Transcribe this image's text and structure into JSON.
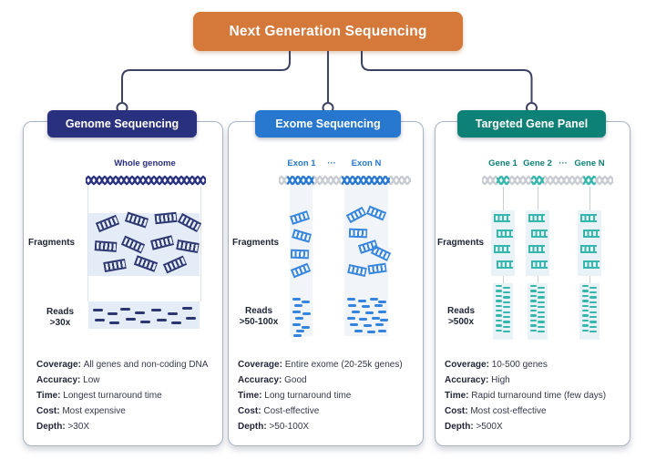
{
  "title": "Next Generation Sequencing",
  "colors": {
    "title_bg": "#d4793a",
    "connector": "#3d4263",
    "helix_gray": "#c7cbd2",
    "panel_box_bg": "#e4ecf7",
    "exome_column_bg": "#f1f4f9",
    "targeted_column_bg": "#e9f2f6"
  },
  "panels": [
    {
      "header": "Genome Sequencing",
      "accent_color": "#29307e",
      "fragment_color": "#2c3670",
      "top_labels": [
        "Whole genome"
      ],
      "fragments_label": "Fragments",
      "reads_label": "Reads",
      "reads_depth": ">30x",
      "details": [
        {
          "label": "Coverage",
          "value": "All genes and non-coding DNA"
        },
        {
          "label": "Accuracy",
          "value": "Low"
        },
        {
          "label": "Time",
          "value": "Longest turnaround time"
        },
        {
          "label": "Cost",
          "value": "Most expensive"
        },
        {
          "label": "Depth",
          "value": ">30X"
        }
      ]
    },
    {
      "header": "Exome Sequencing",
      "accent_color": "#2777cf",
      "fragment_color": "#3584de",
      "top_labels": [
        "Exon 1",
        "···",
        "Exon N"
      ],
      "fragments_label": "Fragments",
      "reads_label": "Reads",
      "reads_depth": ">50-100x",
      "details": [
        {
          "label": "Coverage",
          "value": "Entire exome (20-25k genes)"
        },
        {
          "label": "Accuracy",
          "value": "Good"
        },
        {
          "label": "Time",
          "value": "Long turnaround time"
        },
        {
          "label": "Cost",
          "value": "Cost-effective"
        },
        {
          "label": "Depth",
          "value": ">50-100X"
        }
      ]
    },
    {
      "header": "Targeted Gene Panel",
      "accent_color": "#0e8176",
      "fragment_color": "#35b7ad",
      "top_labels": [
        "Gene 1",
        "Gene 2",
        "···",
        "Gene N"
      ],
      "fragments_label": "Fragments",
      "reads_label": "Reads",
      "reads_depth": ">500x",
      "details": [
        {
          "label": "Coverage",
          "value": "10-500 genes"
        },
        {
          "label": "Accuracy",
          "value": "High"
        },
        {
          "label": "Time",
          "value": "Rapid turnaround time (few days)"
        },
        {
          "label": "Cost",
          "value": "Most cost-effective"
        },
        {
          "label": "Depth",
          "value": ">500X"
        }
      ]
    }
  ]
}
